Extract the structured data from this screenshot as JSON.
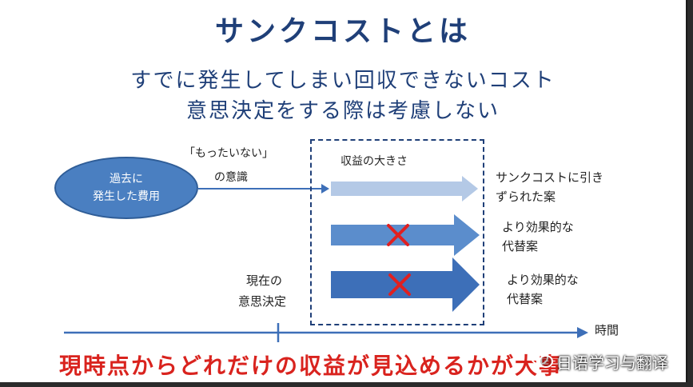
{
  "title": "サンクコストとは",
  "subtitle_line1": "すでに発生してしまい回収できないコスト",
  "subtitle_line2": "意思決定をする際は考慮しない",
  "ellipse": {
    "line1": "過去に",
    "line2": "発生した費用"
  },
  "mottainai": {
    "line1": "「もったいない」",
    "line2": "の意識"
  },
  "box_label": "収益の大きさ",
  "current": {
    "line1": "現在の",
    "line2": "意思決定"
  },
  "arrows": [
    {
      "label_line1": "サンクコストに引き",
      "label_line2": "ずられた案",
      "crossed": false
    },
    {
      "label_line1": "より効果的な",
      "label_line2": "代替案",
      "crossed": true
    },
    {
      "label_line1": "より効果的な",
      "label_line2": "代替案",
      "crossed": true
    }
  ],
  "time_label": "時間",
  "bottom_text": "現時点からどれだけの収益が見込めるかが大事",
  "watermark": "日语学习与翻译",
  "colors": {
    "title": "#1f3f78",
    "ellipse": "#4a7fc1",
    "arrow_light": "#b4c9e6",
    "arrow_mid": "#5b8dcc",
    "arrow_dark": "#3d6fb8",
    "cross": "#e02020",
    "bottom_text": "#d9231e"
  }
}
